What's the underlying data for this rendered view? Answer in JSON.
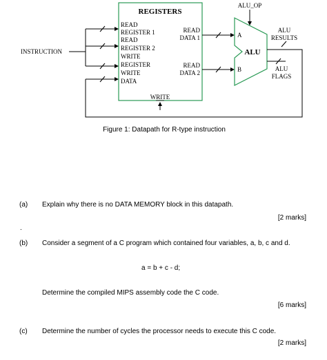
{
  "figure": {
    "registers_title": "REGISTERS",
    "register_inputs": [
      "READ",
      "REGISTER 1",
      "READ",
      "REGISTER 2",
      "WRITE",
      "REGISTER",
      "WRITE",
      "DATA"
    ],
    "read_data_1": [
      "READ",
      "DATA 1"
    ],
    "read_data_2": [
      "READ",
      "DATA 2"
    ],
    "write_label": "WRITE",
    "instruction_label": "INSTRUCTION",
    "alu_op_label": "ALU_OP",
    "alu_label": "ALU",
    "alu_input_a": "A",
    "alu_input_b": "B",
    "alu_results": [
      "ALU",
      "RESULTS"
    ],
    "alu_flags": [
      "ALU",
      "FLAGS"
    ],
    "caption": "Figure 1: Datapath for R-type instruction"
  },
  "questions": [
    {
      "label": "(a)",
      "lines": [
        "Explain why there is no DATA MEMORY block in this datapath."
      ],
      "marks": "[2 marks]"
    },
    {
      "label": "(b)",
      "lines": [
        "Consider a segment of a C program which contained four variables, a, b, c and d.",
        "a = b + c - d;",
        "Determine the compiled MIPS assembly code the C code."
      ],
      "marks": "[6 marks]"
    },
    {
      "label": "(c)",
      "lines": [
        "Determine the number of cycles the processor needs to execute this C code."
      ],
      "marks": "[2 marks]"
    }
  ],
  "stray_mark": "."
}
